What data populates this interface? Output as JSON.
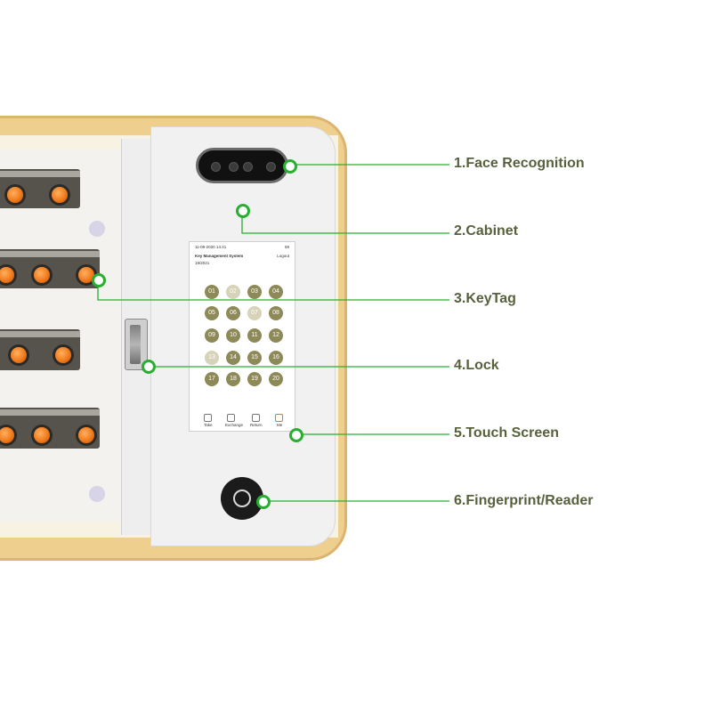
{
  "callouts": [
    {
      "label": "1.Face Recognition"
    },
    {
      "label": "2.Cabinet"
    },
    {
      "label": "3.KeyTag"
    },
    {
      "label": "4.Lock"
    },
    {
      "label": "5.Touch Screen"
    },
    {
      "label": "6.Fingerprint/Reader"
    }
  ],
  "screen": {
    "datetime": "11-09-2020 14:41",
    "status": "58",
    "title": "Key Management System",
    "logout": "Logout",
    "subtitle": "19/2021",
    "keys": [
      "01",
      "02",
      "03",
      "04",
      "05",
      "06",
      "07",
      "08",
      "09",
      "10",
      "11",
      "12",
      "13",
      "14",
      "15",
      "16",
      "17",
      "18",
      "19",
      "20"
    ],
    "nav": [
      "Take",
      "Exchange",
      "Return",
      "Me"
    ]
  },
  "colors": {
    "callout_line": "#27b030",
    "label_text": "#57613d",
    "key_available": "#8e8a58",
    "key_taken": "#d6d3b9",
    "frame_wood": "#efcf8d"
  },
  "icons": [
    "camera-icon",
    "fingerprint-icon"
  ]
}
